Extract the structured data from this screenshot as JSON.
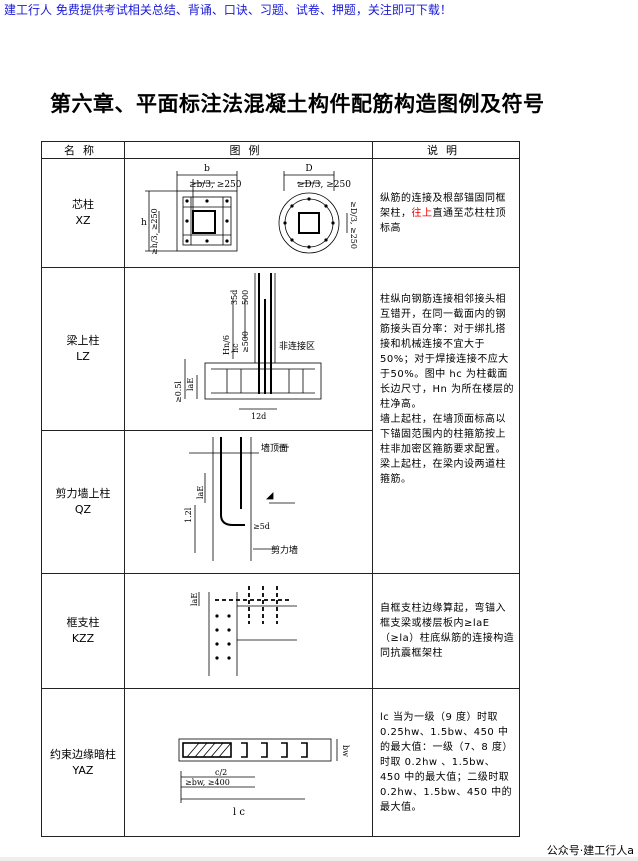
{
  "banner": "建工行人  免费提供考试相关总结、背诵、口诀、习题、试卷、押题，关注即可下载！",
  "title": "第六章、平面标注法混凝土构件配筋构造图例及符号",
  "table": {
    "headers": [
      "名称",
      "图例",
      "说明"
    ],
    "rows": [
      {
        "name": "芯柱",
        "code": "XZ",
        "desc_parts": [
          "纵筋的连接及根部锚固同框架柱，",
          "往上",
          "直通至芯柱柱顶标高"
        ]
      },
      {
        "name": "梁上柱",
        "code": "LZ",
        "desc": "柱纵向钢筋连接相邻接头相互错开，在同一截面内的钢筋接头百分率：对于绑扎搭接和机械连接不宜大于 50%；对于焊接连接不应大于50%。图中 hc 为柱截面长边尺寸，Hn 为所在楼层的柱净高。"
      },
      {
        "name": "剪力墙上柱",
        "code": "QZ",
        "desc": "墙上起柱，在墙顶面标高以下锚固范围内的柱箍筋按上柱非加密区箍筋要求配置。梁上起柱，在梁内设两道柱箍筋。"
      },
      {
        "name": "框支柱",
        "code": "KZZ",
        "desc": "自框支柱边缘算起，弯锚入框支梁或楼层板内≥laE（≥la）柱底纵筋的连接构造同抗震框架柱"
      },
      {
        "name": "约束边缘暗柱",
        "code": "YAZ",
        "desc": "lc 当为一级（9 度）时取 0.25hw、1.5bw、450 中的最大值：一级（7、8 度）时取 0.2hw 、1.5bw、450 中的最大值；二级时取 0.2hw、1.5bw、450 中的最大值。"
      }
    ]
  },
  "figures": {
    "xz": {
      "b": "b",
      "d": "D",
      "rect_dim": "≥b/3, ≥250",
      "circ_dim": "≥D/3, ≥250",
      "h": "h",
      "rect_side": "≥h/3, ≥250",
      "circ_side": "≥D/3, ≥250"
    },
    "lz": {
      "anchor_a": "35d",
      "anchor_b": "500",
      "hn6": "Hn/6",
      "hc": "hc",
      "c500": "≥500",
      "label": "非连接区",
      "lae": "laE",
      "half_lae": "≥0.5l",
      "d12": "12d"
    },
    "qz": {
      "wall_top": "墙顶面",
      "lae": "laE",
      "l2": "1.2l",
      "d5": "≥5d",
      "wall": "剪力墙"
    },
    "kzz": {
      "lae": "laE"
    },
    "yaz": {
      "bw": "bw",
      "half_lc": "c/2",
      "min": "≥bw, ≥400",
      "lc": "l  c"
    }
  },
  "footer": "公众号·建工行人a"
}
